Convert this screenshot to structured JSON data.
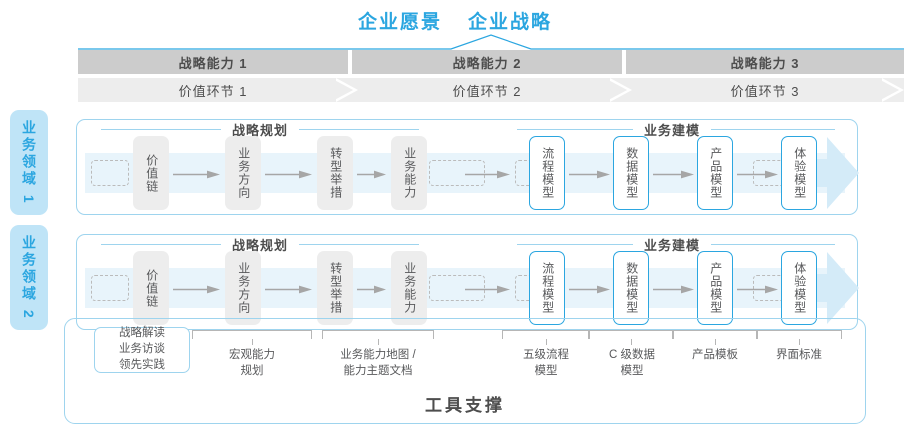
{
  "header": {
    "vision": "企业愿景",
    "strategy": "企业战略"
  },
  "capabilities": [
    {
      "label": "战略能力 1"
    },
    {
      "label": "战略能力 2"
    },
    {
      "label": "战略能力 3"
    }
  ],
  "value_chain": [
    {
      "label": "价值环节 1"
    },
    {
      "label": "价值环节 2"
    },
    {
      "label": "价值环节 3"
    }
  ],
  "domains": [
    {
      "label": "业务领域 1"
    },
    {
      "label": "业务领域 2"
    }
  ],
  "sections": {
    "planning": "战略规划",
    "modeling": "业务建模"
  },
  "nodes": {
    "planning": [
      {
        "label": "价值链"
      },
      {
        "label": "业务方向"
      },
      {
        "label": "转型举措"
      },
      {
        "label": "业务能力"
      }
    ],
    "modeling": [
      {
        "label": "流程模型"
      },
      {
        "label": "数据模型"
      },
      {
        "label": "产品模型"
      },
      {
        "label": "体验模型"
      }
    ]
  },
  "tools": {
    "first": {
      "line1": "战略解读",
      "line2": "业务访谈",
      "line3": "领先实践"
    },
    "items": [
      {
        "line1": "宏观能力",
        "line2": "规划"
      },
      {
        "line1": "业务能力地图 /",
        "line2": "能力主题文档"
      },
      {
        "line1": "五级流程",
        "line2": "模型"
      },
      {
        "line1": "C 级数据",
        "line2": "模型"
      },
      {
        "line1": "产品模板",
        "line2": ""
      },
      {
        "line1": "界面标准",
        "line2": ""
      }
    ],
    "footer": "工具支撑"
  },
  "colors": {
    "accent": "#2ba6e0",
    "accent_light": "#bfe4f7",
    "band": "#e8f4fb",
    "band_arrow": "#d4ebf8",
    "grey_box": "#ededed",
    "grey_band": "#cccccc",
    "text": "#58595b"
  }
}
